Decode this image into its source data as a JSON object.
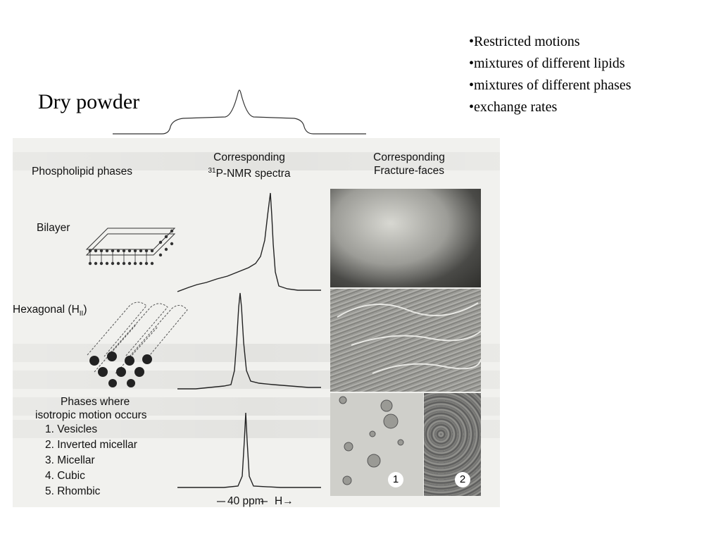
{
  "slide": {
    "title": "Dry powder",
    "bullets": [
      "•Restricted motions",
      "•mixtures of different lipids",
      "•mixtures of different phases",
      "•exchange rates"
    ]
  },
  "figure": {
    "col1_header": "Phospholipid phases",
    "col2_header_line1": "Corresponding",
    "col2_header_line2_sup": "31",
    "col2_header_line2": "P-NMR spectra",
    "col3_header_line1": "Corresponding",
    "col3_header_line2": "Fracture-faces",
    "phase_bilayer": "Bilayer",
    "phase_hexagonal": "Hexagonal (H",
    "phase_hexagonal_sub": "II",
    "phase_hexagonal_close": ")",
    "isotropic_line1": "Phases where",
    "isotropic_line2": "isotropic motion occurs",
    "isotropic_items": [
      "1.  Vesicles",
      "2.  Inverted micellar",
      "3.  Micellar",
      "4.  Cubic",
      "5.  Rhombic"
    ],
    "scale_label": "40 ppm",
    "axis_label": "H→",
    "panel_numbers": [
      "1",
      "2"
    ]
  }
}
